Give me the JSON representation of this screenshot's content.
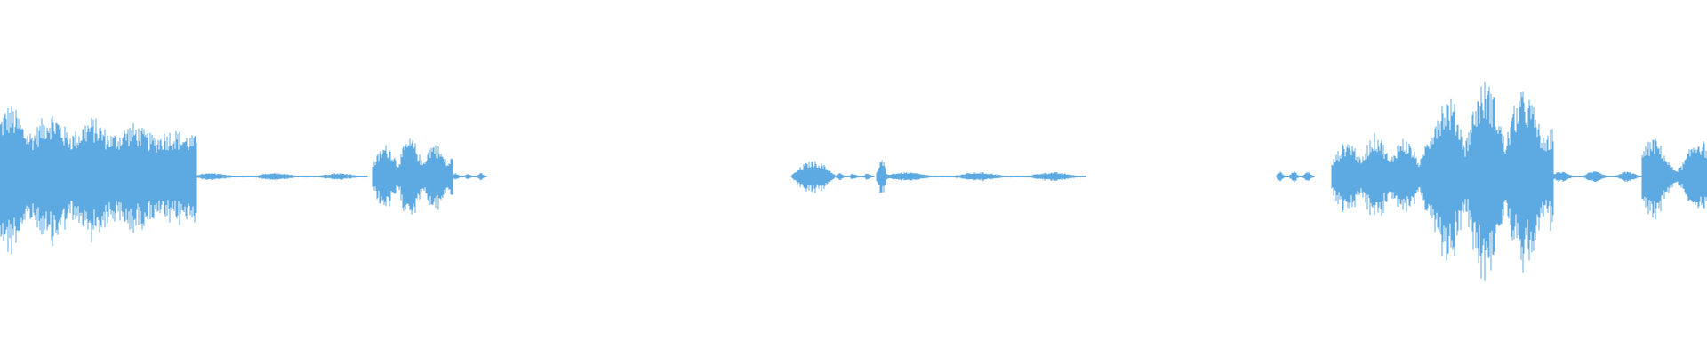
{
  "waveform": {
    "color": "#5da9e1",
    "background": "#ffffff",
    "duration_fraction_segments": [
      {
        "name": "segment-1",
        "start": 0.0,
        "end": 0.115,
        "peak": 0.42,
        "shape": "noisy-decay"
      },
      {
        "name": "segment-2",
        "start": 0.115,
        "end": 0.215,
        "peak": 0.02,
        "shape": "flat"
      },
      {
        "name": "segment-3",
        "start": 0.218,
        "end": 0.265,
        "peak": 0.22,
        "shape": "bumps"
      },
      {
        "name": "segment-4",
        "start": 0.265,
        "end": 0.285,
        "peak": 0.02,
        "shape": "flat"
      },
      {
        "name": "segment-5",
        "start": 0.463,
        "end": 0.49,
        "peak": 0.09,
        "shape": "bump"
      },
      {
        "name": "segment-6",
        "start": 0.49,
        "end": 0.512,
        "peak": 0.02,
        "shape": "flat"
      },
      {
        "name": "segment-7",
        "start": 0.513,
        "end": 0.52,
        "peak": 0.1,
        "shape": "bump"
      },
      {
        "name": "segment-8",
        "start": 0.52,
        "end": 0.636,
        "peak": 0.025,
        "shape": "flat"
      },
      {
        "name": "segment-9",
        "start": 0.748,
        "end": 0.77,
        "peak": 0.03,
        "shape": "flat"
      },
      {
        "name": "segment-10",
        "start": 0.78,
        "end": 0.835,
        "peak": 0.25,
        "shape": "bumps"
      },
      {
        "name": "segment-11",
        "start": 0.835,
        "end": 0.91,
        "peak": 0.55,
        "shape": "bumps"
      },
      {
        "name": "segment-12",
        "start": 0.91,
        "end": 0.962,
        "peak": 0.03,
        "shape": "flat"
      },
      {
        "name": "segment-13",
        "start": 0.962,
        "end": 1.0,
        "peak": 0.22,
        "shape": "noisy"
      }
    ]
  }
}
